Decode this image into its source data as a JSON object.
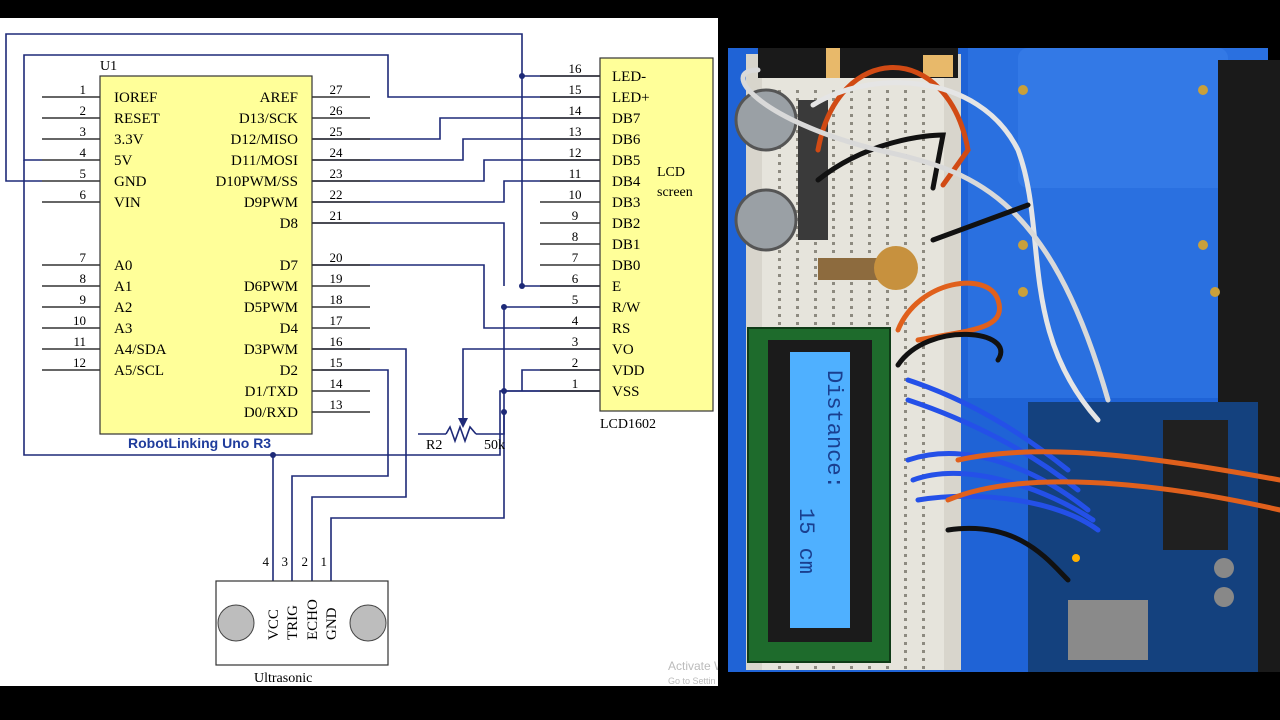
{
  "schematic": {
    "u1_label": "U1",
    "board_label": "RobotLinking Uno R3",
    "left_pins": [
      {
        "num": "1",
        "name": "IOREF"
      },
      {
        "num": "2",
        "name": "RESET"
      },
      {
        "num": "3",
        "name": "3.3V"
      },
      {
        "num": "4",
        "name": "5V"
      },
      {
        "num": "5",
        "name": "GND"
      },
      {
        "num": "6",
        "name": "VIN"
      },
      {
        "num": "7",
        "name": "A0"
      },
      {
        "num": "8",
        "name": "A1"
      },
      {
        "num": "9",
        "name": "A2"
      },
      {
        "num": "10",
        "name": "A3"
      },
      {
        "num": "11",
        "name": "A4/SDA"
      },
      {
        "num": "12",
        "name": "A5/SCL"
      }
    ],
    "right_pins": [
      {
        "num": "27",
        "name": "AREF"
      },
      {
        "num": "26",
        "name": "D13/SCK"
      },
      {
        "num": "25",
        "name": "D12/MISO"
      },
      {
        "num": "24",
        "name": "D11/MOSI"
      },
      {
        "num": "23",
        "name": "D10PWM/SS"
      },
      {
        "num": "22",
        "name": "D9PWM"
      },
      {
        "num": "21",
        "name": "D8"
      },
      {
        "num": "20",
        "name": "D7"
      },
      {
        "num": "19",
        "name": "D6PWM"
      },
      {
        "num": "18",
        "name": "D5PWM"
      },
      {
        "num": "17",
        "name": "D4"
      },
      {
        "num": "16",
        "name": "D3PWM"
      },
      {
        "num": "15",
        "name": "D2"
      },
      {
        "num": "14",
        "name": "D1/TXD"
      },
      {
        "num": "13",
        "name": "D0/RXD"
      }
    ],
    "lcd_pins": [
      {
        "num": "16",
        "name": "LED-"
      },
      {
        "num": "15",
        "name": "LED+"
      },
      {
        "num": "14",
        "name": "DB7"
      },
      {
        "num": "13",
        "name": "DB6"
      },
      {
        "num": "12",
        "name": "DB5"
      },
      {
        "num": "11",
        "name": "DB4"
      },
      {
        "num": "10",
        "name": "DB3"
      },
      {
        "num": "9",
        "name": "DB2"
      },
      {
        "num": "8",
        "name": "DB1"
      },
      {
        "num": "7",
        "name": "DB0"
      },
      {
        "num": "6",
        "name": "E"
      },
      {
        "num": "5",
        "name": "R/W"
      },
      {
        "num": "4",
        "name": "RS"
      },
      {
        "num": "3",
        "name": "VO"
      },
      {
        "num": "2",
        "name": "VDD"
      },
      {
        "num": "1",
        "name": "VSS"
      }
    ],
    "lcd_title_line1": "LCD",
    "lcd_title_line2": "screen",
    "lcd_part": "LCD1602",
    "pot_name": "R2",
    "pot_value": "50k",
    "sensor_pins": [
      {
        "num": "4",
        "name": "VCC"
      },
      {
        "num": "3",
        "name": "TRIG"
      },
      {
        "num": "2",
        "name": "ECHO"
      },
      {
        "num": "1",
        "name": "GND"
      }
    ],
    "sensor_label": "Ultrasonic",
    "watermark_line1": "Activate W",
    "watermark_line2": "Go to Settin"
  },
  "photo": {
    "lcd_line1": "Distance:",
    "lcd_line2": "15 cm"
  },
  "colors": {
    "board_fill": "#FFFF99",
    "board_text_blue": "#1F3C9C",
    "wire": "#1E2A78",
    "photo_board": "#1F63D6",
    "lcd_backlight": "#4FB0FF"
  }
}
